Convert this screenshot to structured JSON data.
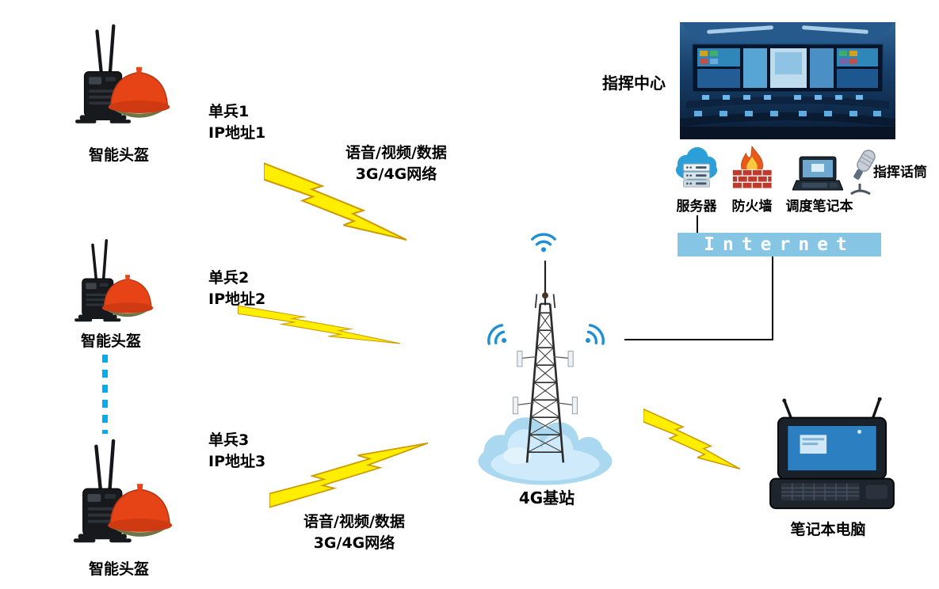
{
  "colors": {
    "bolt_fill": "#ffee00",
    "bolt_stroke": "#cc9900",
    "internet_bar": "#86c5e4",
    "dotted_line": "#00aeef",
    "wifi_blue": "#1d8fd6"
  },
  "units": [
    {
      "name": "单兵1",
      "ip": "IP地址1",
      "device": "智能头盔"
    },
    {
      "name": "单兵2",
      "ip": "IP地址2",
      "device": "智能头盔"
    },
    {
      "name": "单兵3",
      "ip": "IP地址3",
      "device": "智能头盔"
    }
  ],
  "links": {
    "top": {
      "line1": "语音/视频/数据",
      "line2": "3G/4G网络"
    },
    "bottom": {
      "line1": "语音/视频/数据",
      "line2": "3G/4G网络"
    }
  },
  "base_station": {
    "label": "4G基站"
  },
  "command_center": {
    "label": "指挥中心",
    "server_label": "服务器",
    "firewall_label": "防火墙",
    "dispatch_laptop_label": "调度笔记本",
    "microphone_label": "指挥话筒",
    "internet_label": "Internet"
  },
  "field_laptop": {
    "label": "笔记本电脑"
  }
}
